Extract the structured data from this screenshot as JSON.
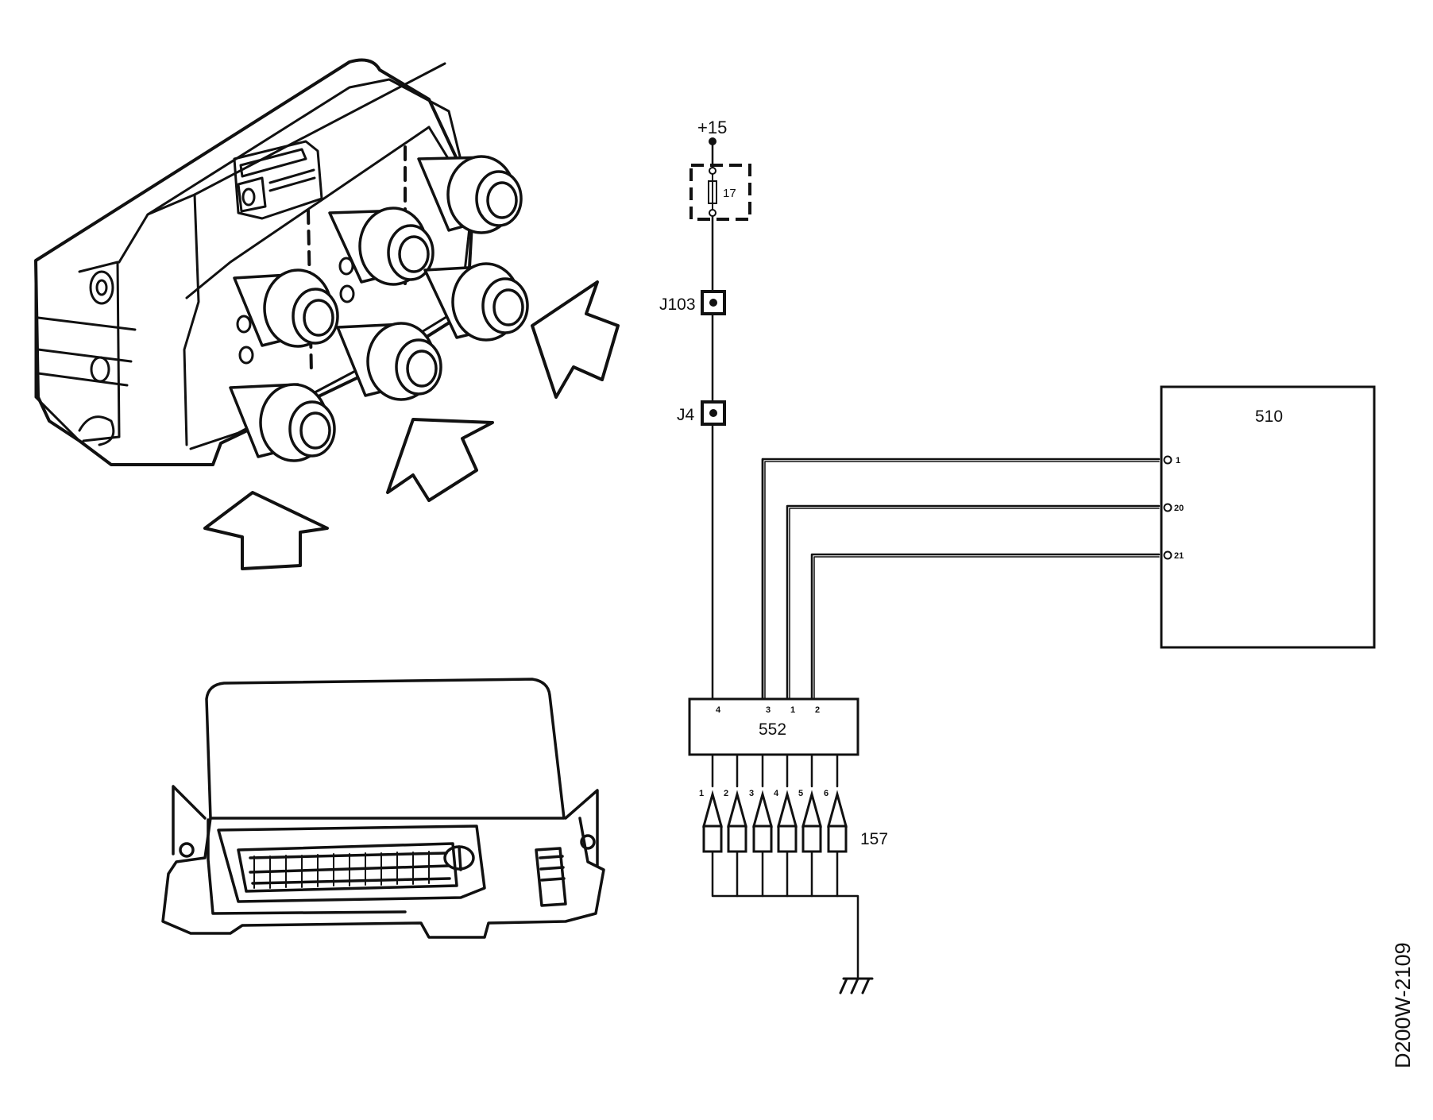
{
  "labels": {
    "supply": "+15",
    "fuse": "17",
    "j103": "J103",
    "j4": "J4",
    "ecu_box": "510",
    "coil_box": "552",
    "connector": "157",
    "drawing_code": "D200W-2109"
  },
  "ecu_pins": [
    "1",
    "20",
    "21"
  ],
  "coil_pins": [
    "4",
    "3",
    "1",
    "2"
  ],
  "connector_pins": [
    "1",
    "2",
    "3",
    "4",
    "5",
    "6"
  ],
  "colors": {
    "ink": "#111111",
    "background": "#ffffff"
  }
}
